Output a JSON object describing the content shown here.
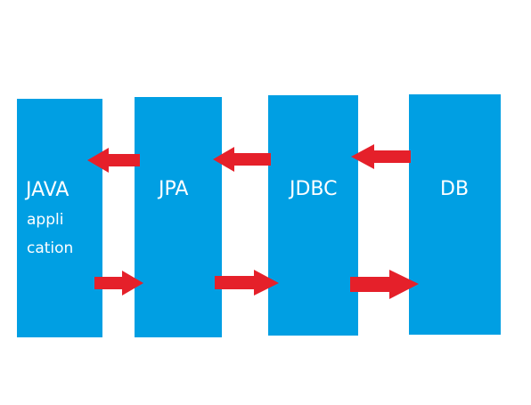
{
  "diagram": {
    "nodes": [
      {
        "id": "java",
        "label": "JAVA",
        "sub": [
          "appli",
          "cation"
        ]
      },
      {
        "id": "jpa",
        "label": "JPA"
      },
      {
        "id": "jdbc",
        "label": "JDBC"
      },
      {
        "id": "db",
        "label": "DB"
      }
    ],
    "edges": [
      {
        "from": "jpa",
        "to": "java",
        "direction": "left"
      },
      {
        "from": "jdbc",
        "to": "jpa",
        "direction": "left"
      },
      {
        "from": "db",
        "to": "jdbc",
        "direction": "left"
      },
      {
        "from": "java",
        "to": "jpa",
        "direction": "right"
      },
      {
        "from": "jpa",
        "to": "jdbc",
        "direction": "right"
      },
      {
        "from": "jdbc",
        "to": "db",
        "direction": "right"
      }
    ],
    "colors": {
      "box": "#009fe3",
      "text": "#ffffff",
      "arrow": "#e5202a"
    }
  }
}
